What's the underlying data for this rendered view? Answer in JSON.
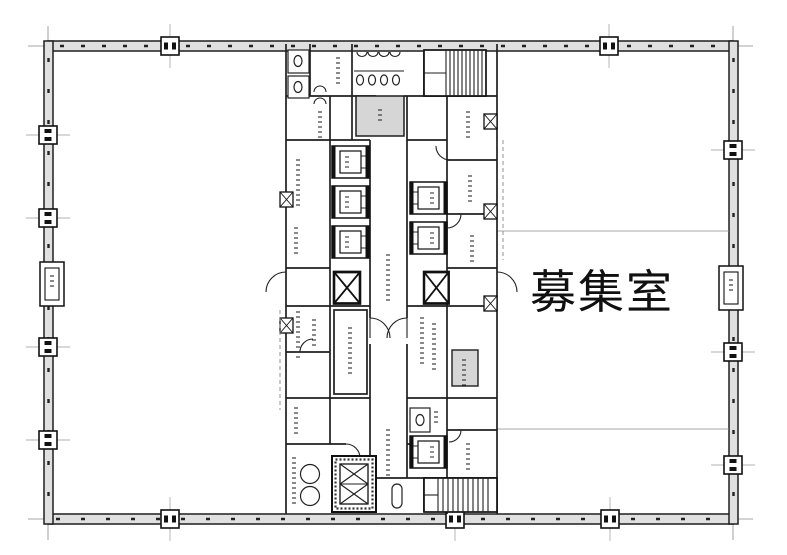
{
  "floorplan": {
    "vacancy_label": "募集室",
    "colors": {
      "background": "#ffffff",
      "line": "#1f1f1f",
      "wall_fill": "#e0e0e0",
      "shaded_fill": "#d6d6d6"
    },
    "symbols": [
      "column-mark",
      "window-mullion-dashes",
      "elevator-shaft",
      "emergency-elevator-shaft",
      "duct-shaft-x-box",
      "staircase-treads",
      "toilet-stall",
      "urinal",
      "washbasin",
      "water-tank-circle",
      "door-swing-arc",
      "illegible-vertical-label"
    ]
  }
}
